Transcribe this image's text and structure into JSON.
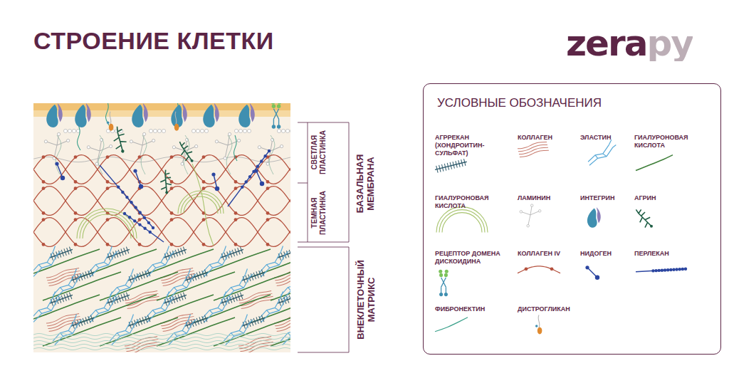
{
  "diagram": {
    "title": "СТРОЕНИЕ КЛЕТКИ",
    "nodes": [
      {
        "text": [
          "УСЛОВНЫЕ ОБОЗНАЧЕНИЯ"
        ]
      }
    ],
    "labels": [
      "zerapy",
      "СВЕТЛАЯ ПЛАСТИНКА",
      "ТЕМНАЯ ПЛАСТИНКА",
      "БАЗАЛЬНАЯ МЕМБРАНА",
      "ВНЕКЛЕТОЧНЫЙ МАТРИКС"
    ],
    "legend": [
      {
        "text": "АГРРЕКАН (ХОНДРОИТИН-СУЛЬФАТ)"
      },
      {
        "text": "КОЛЛАГЕН"
      },
      {
        "text": "ЭЛАСТИН"
      },
      {
        "text": "ГИАЛУРОНОВАЯ КИСЛОТА"
      },
      {
        "text": "ГИАЛУРОНОВАЯ КИСЛОТА"
      },
      {
        "text": "ЛАМИНИН"
      },
      {
        "text": "ИНТЕГРИН"
      },
      {
        "text": "АГРИН"
      },
      {
        "text": "РЕЦЕПТОР ДОМЕНА ДИСКОИДИНА"
      },
      {
        "text": "КОЛЛАГЕН IV"
      },
      {
        "text": "НИДОГЕН"
      },
      {
        "text": "ПЕРЛЕКАН"
      },
      {
        "text": "ФИБРОНЕКТИН"
      },
      {
        "text": "ДИСТРОГЛИКАН"
      }
    ]
  }
}
